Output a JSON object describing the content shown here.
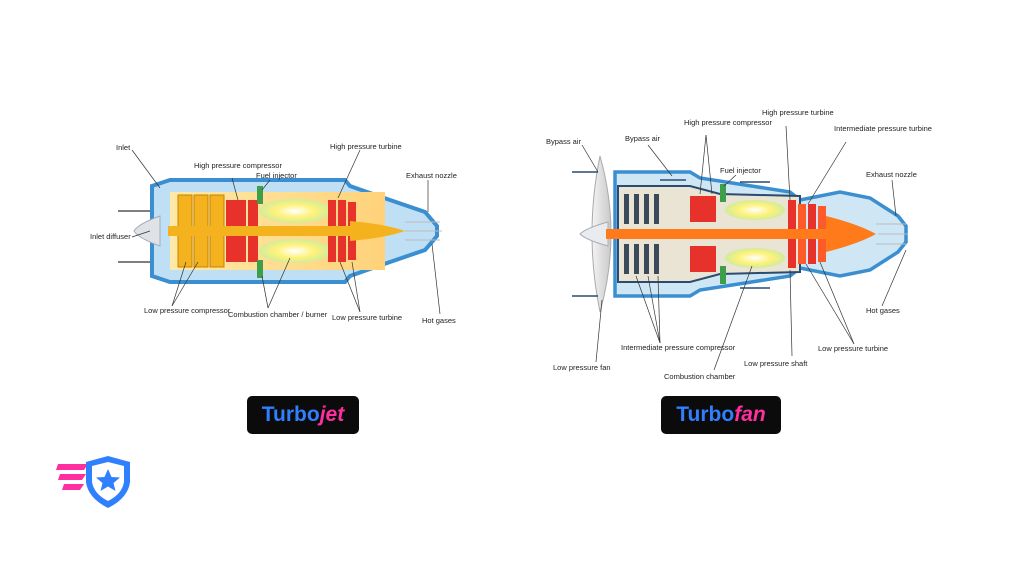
{
  "turbojet": {
    "labels": {
      "inlet": "Inlet",
      "hp_compressor": "High pressure compressor",
      "fuel_injector": "Fuel injector",
      "hp_turbine": "High pressure turbine",
      "exhaust_nozzle": "Exhaust nozzle",
      "inlet_diffuser": "Inlet diffuser",
      "lp_compressor": "Low pressure compressor",
      "combustion": "Combustion chamber / burner",
      "lp_turbine": "Low pressure turbine",
      "hot_gases": "Hot gases"
    },
    "badge": {
      "part1": "Turbo",
      "part2": "jet"
    }
  },
  "turbofan": {
    "labels": {
      "bypass_air_left": "Bypass air",
      "bypass_air_right": "Bypass air",
      "hp_compressor": "High pressure compressor",
      "hp_turbine": "High pressure turbine",
      "ip_turbine": "Intermediate pressure turbine",
      "fuel_injector": "Fuel injector",
      "exhaust_nozzle": "Exhaust nozzle",
      "hot_gases": "Hot gases",
      "lp_fan": "Low pressure fan",
      "ip_compressor": "Intermediate pressure compressor",
      "combustion": "Combustion chamber",
      "lp_shaft": "Low pressure shaft",
      "lp_turbine": "Low pressure turbine"
    },
    "badge": {
      "part1": "Turbo",
      "part2": "fan"
    }
  },
  "colors": {
    "casing": "#3b8fd0",
    "casing_light": "#bfe0f4",
    "compressor": "#f5b21f",
    "burner": "#e6322b",
    "flame": "#f9e74a",
    "shaft": "#ff7a1a",
    "injector": "#3f9e4a",
    "badge_blue": "#2f7fff",
    "badge_pink": "#ff2fa0"
  },
  "logo": {
    "icon": "shield-star-icon"
  }
}
